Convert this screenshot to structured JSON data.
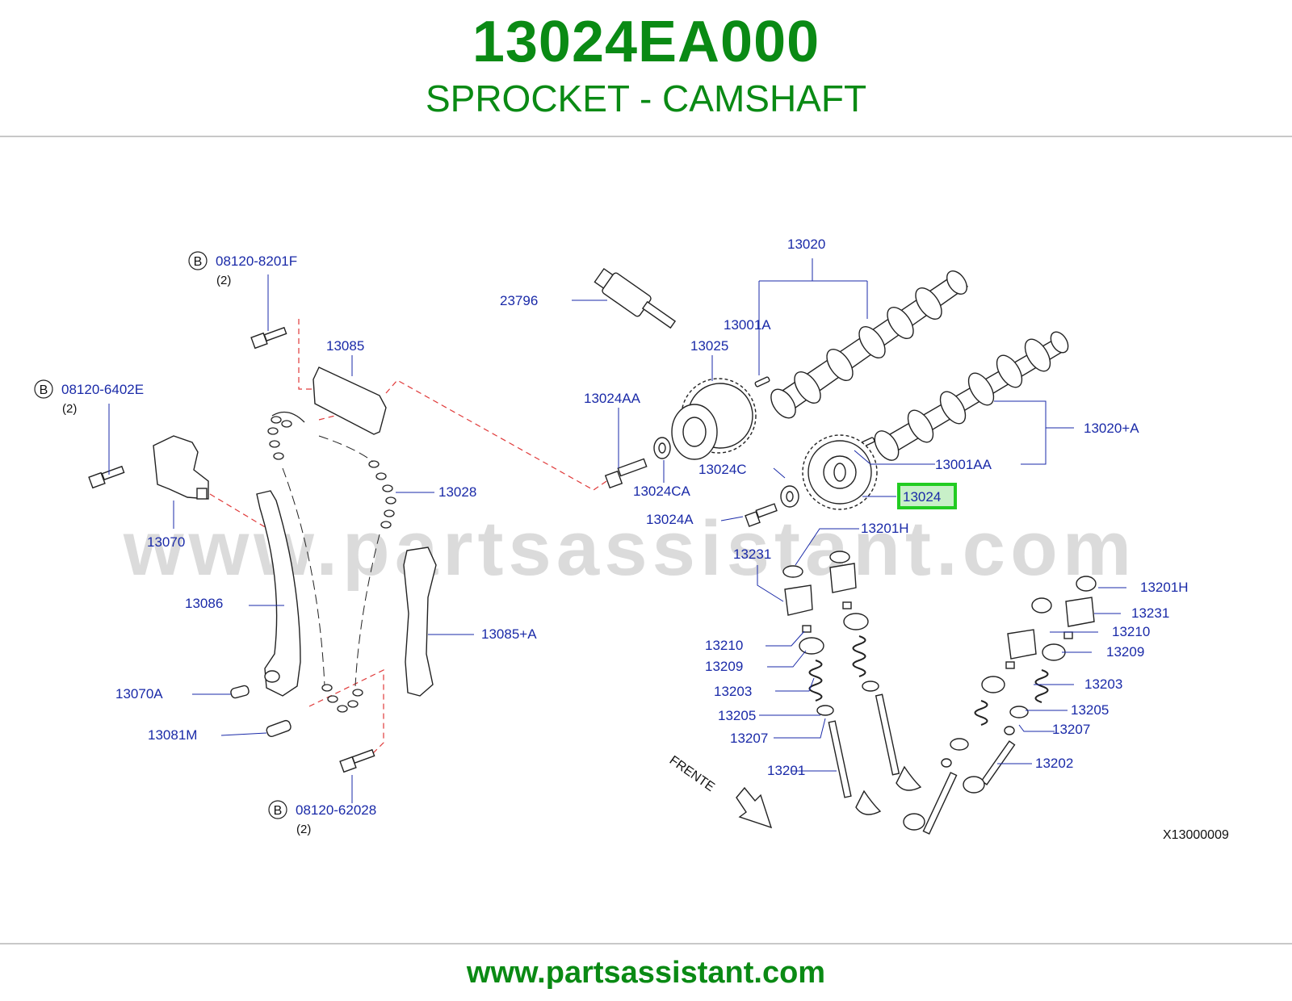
{
  "header": {
    "part_number": "13024EA000",
    "part_name": "SPROCKET - CAMSHAFT"
  },
  "diagram": {
    "watermark": "www.partsassistant.com",
    "figure_code": "X13000009",
    "direction_label": "FRENTE",
    "highlight_color": "#22cc22",
    "label_color": "#1a2aa8",
    "bolt_refs": [
      {
        "mark": "B",
        "number": "08120-8201F",
        "qty": "(2)"
      },
      {
        "mark": "B",
        "number": "08120-6402E",
        "qty": "(2)"
      },
      {
        "mark": "B",
        "number": "08120-62028",
        "qty": "(2)"
      }
    ],
    "callouts": {
      "c13020": "13020",
      "c23796": "23796",
      "c13001A": "13001A",
      "c13025": "13025",
      "c13085": "13085",
      "c13024AA": "13024AA",
      "c13020A": "13020+A",
      "c13001AA": "13001AA",
      "c13024C": "13024C",
      "c13024CA": "13024CA",
      "c13028": "13028",
      "c13024": "13024",
      "c13024A": "13024A",
      "c13070": "13070",
      "c13201H_a": "13201H",
      "c13231_a": "13231",
      "c13086": "13086",
      "c13201H_b": "13201H",
      "c13231_b": "13231",
      "c13085A": "13085+A",
      "c13210_a": "13210",
      "c13210_b": "13210",
      "c13209_a": "13209",
      "c13209_b": "13209",
      "c13070A": "13070A",
      "c13203_a": "13203",
      "c13203_b": "13203",
      "c13205_a": "13205",
      "c13205_b": "13205",
      "c13081M": "13081M",
      "c13207_a": "13207",
      "c13207_b": "13207",
      "c13201": "13201",
      "c13202": "13202"
    }
  },
  "footer": {
    "url": "www.partsassistant.com"
  }
}
